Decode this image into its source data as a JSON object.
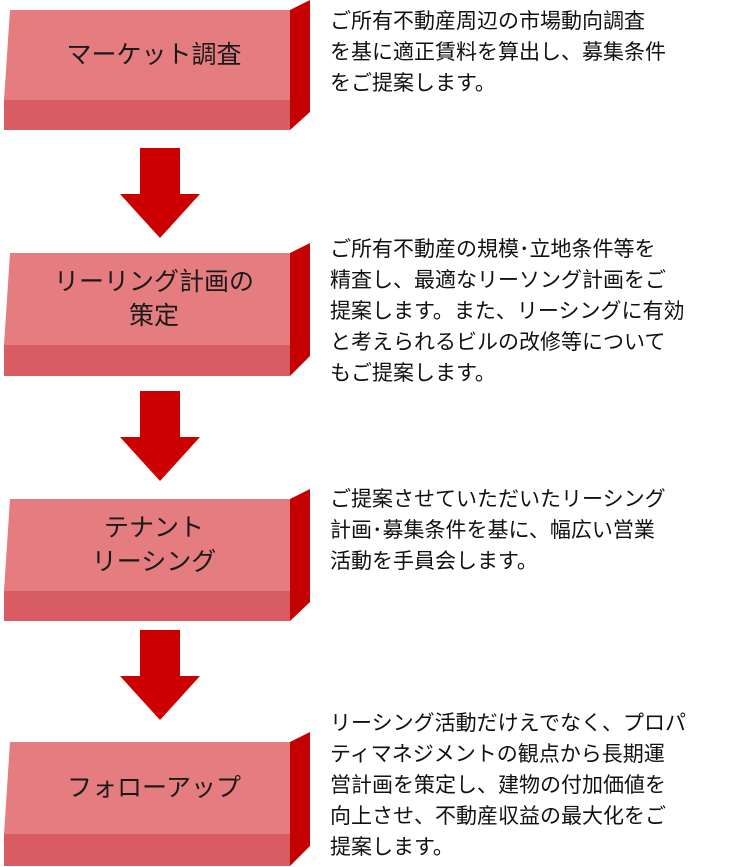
{
  "colors": {
    "box_front": "#e57c80",
    "box_bottom": "#d85c62",
    "box_side": "#c40000",
    "box_top": "#f08c90",
    "arrow": "#cc0000"
  },
  "steps": [
    {
      "label": "マーケット調査",
      "description": "ご所有不動産周辺の市場動向調査\nを基に適正賃料を算出し、募集条件\nをご提案します。"
    },
    {
      "label": "リーリング計画の\n策定",
      "description": "ご所有不動産の規模･立地条件等を\n精査し、最適なリーソング計画をご\n提案します。また、リーシングに有効\nと考えられるビルの改修等について\nもご提案します。"
    },
    {
      "label": "テナント\nリーシング",
      "description": "ご提案させていただいたリーシング\n計画･募集条件を基に、幅広い営業\n活動を手員会します。"
    },
    {
      "label": "フォローアップ",
      "description": "リーシング活動だけえでなく、プロパ\nティマネジメントの観点から長期運\n営計画を策定し、建物の付加価値を\n向上させ、不動産収益の最大化をご\n提案します。"
    }
  ]
}
